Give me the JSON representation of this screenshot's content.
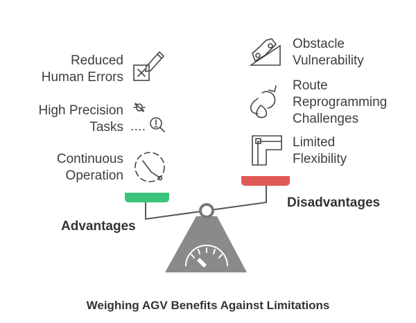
{
  "title": "Weighing AGV Benefits Against Limitations",
  "advantages": {
    "heading": "Advantages",
    "items": [
      {
        "label": "Reduced\nHuman Errors",
        "icon": "pencil-checkbox-icon"
      },
      {
        "label": "High Precision\nTasks",
        "icon": "magnifier-bug-icon"
      },
      {
        "label": "Continuous\nOperation",
        "icon": "dashed-clock-icon"
      }
    ],
    "color": "#3cc47c"
  },
  "disadvantages": {
    "heading": "Disadvantages",
    "items": [
      {
        "label": "Obstacle\nVulnerability",
        "icon": "car-on-slope-icon"
      },
      {
        "label": "Route\nReprogramming\nChallenges",
        "icon": "route-cycle-icon"
      },
      {
        "label": "Limited\nFlexibility",
        "icon": "corner-pipe-icon"
      }
    ],
    "color": "#e05a57"
  }
}
